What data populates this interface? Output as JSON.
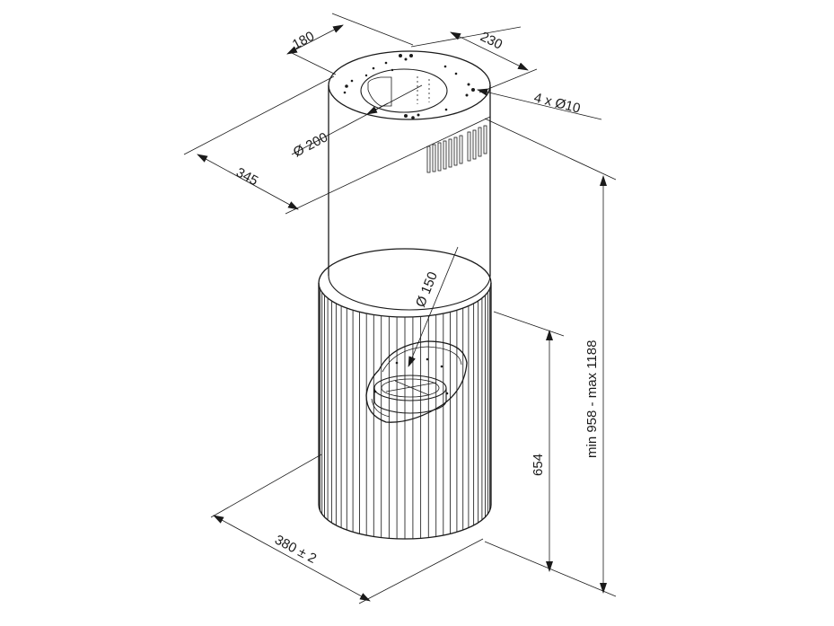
{
  "dimensions": {
    "d180": "180",
    "d230": "230",
    "d4x10": "4 x Ø10",
    "d200": "Ø 200",
    "d345": "345",
    "d150": "Ø 150",
    "d654": "654",
    "dheight": "min 958 - max 1188",
    "d380": "380 ± 2"
  }
}
